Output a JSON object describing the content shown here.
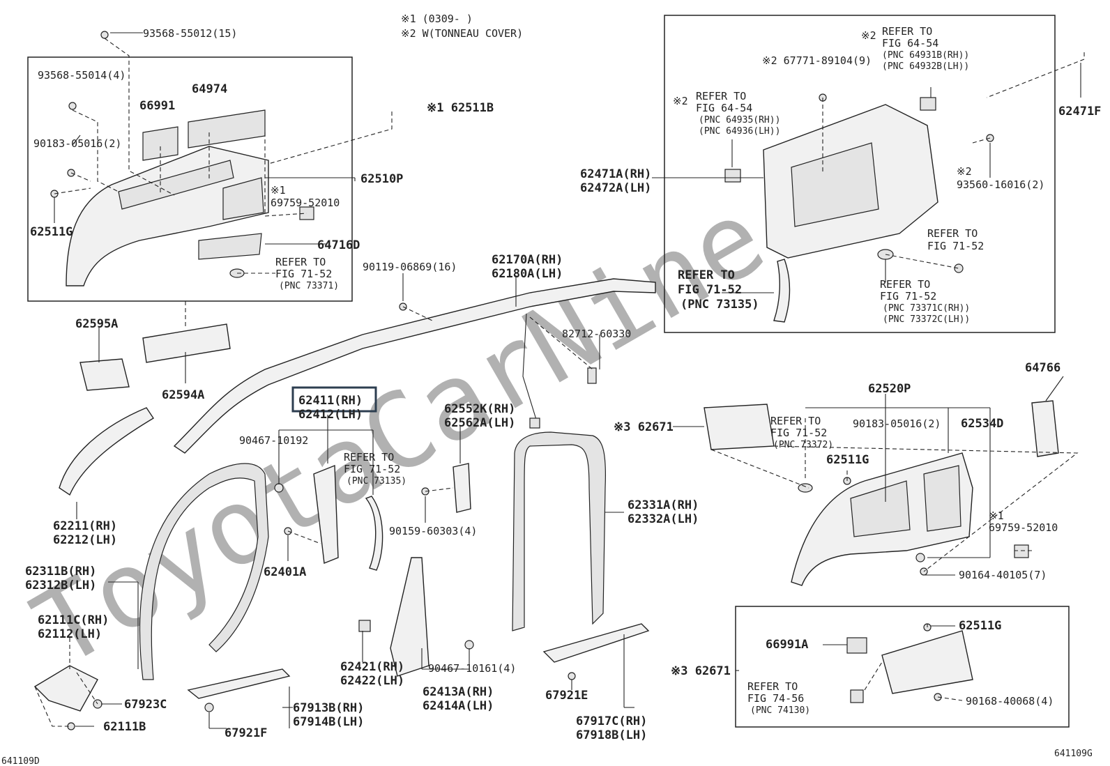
{
  "notes": [
    "※1 (0309-    )",
    "※2 W(TONNEAU COVER)"
  ],
  "figure_codes": {
    "left": "641109D",
    "right": "641109G"
  },
  "watermark": "ToyotaCarNine.ru",
  "highlighted_part": "62411(RH)",
  "labels": {
    "l1": "93568-55012(15)",
    "l2": "93568-55014(4)",
    "l3": "66991",
    "l4": "64974",
    "l5": "90183-05016(2)",
    "l6": "62511G",
    "l7": "※1",
    "l8": "69759-52010",
    "l9": "64716D",
    "l10": "REFER TO",
    "l11": "FIG 71-52",
    "l12": "(PNC 73371)",
    "l13": "62510P",
    "l14": "※1 62511B",
    "l15": "90119-06869(16)",
    "l16": "62170A(RH)",
    "l17": "62180A(LH)",
    "l18": "82712-60330",
    "l19": "62595A",
    "l20": "62594A",
    "l21": "62411(RH)",
    "l22": "62412(LH)",
    "l23": "90467-10192",
    "l24": "REFER TO",
    "l25": "FIG 71-52",
    "l26": "(PNC 73135)",
    "l27": "62552K(RH)",
    "l28": "62562A(LH)",
    "l29": "90159-60303(4)",
    "l30": "62211(RH)",
    "l31": "62212(LH)",
    "l32": "62401A",
    "l33": "62311B(RH)",
    "l34": "62312B(LH)",
    "l35": "62111C(RH)",
    "l36": "62112(LH)",
    "l37": "67923C",
    "l38": "62111B",
    "l39": "67913B(RH)",
    "l40": "67914B(LH)",
    "l41": "67921F",
    "l42": "62421(RH)",
    "l43": "62422(LH)",
    "l44": "90467-10161(4)",
    "l45": "62413A(RH)",
    "l46": "62414A(LH)",
    "l47": "62331A(RH)",
    "l48": "62332A(LH)",
    "l49": "67921E",
    "l50": "67917C(RH)",
    "l51": "67918B(LH)",
    "l52": "※2",
    "l53": "REFER TO",
    "l54": "FIG 64-54",
    "l55": "(PNC 64931B(RH))",
    "l56": "(PNC 64932B(LH))",
    "l57": "※2 67771-89104(9)",
    "l58": "※2",
    "l59": "REFER TO",
    "l60": "FIG 64-54",
    "l61": "(PNC 64935(RH))",
    "l62": "(PNC 64936(LH))",
    "l63": "62471A(RH)",
    "l64": "62472A(LH)",
    "l65": "62471F",
    "l66": "※2",
    "l67": "93560-16016(2)",
    "l68": "REFER TO",
    "l69": "FIG 71-52",
    "l70": "REFER TO",
    "l71": "FIG 71-52",
    "l72": "(PNC 73135)",
    "l73": "REFER TO",
    "l74": "FIG 71-52",
    "l75": "(PNC 73371C(RH))",
    "l76": "(PNC 73372C(LH))",
    "l77": "64766",
    "l78": "62520P",
    "l79": "※3 62671",
    "l80": "REFER TO",
    "l81": "FIG 71-52",
    "l82": "(PNC 73372)",
    "l83": "90183-05016(2)",
    "l84": "62534D",
    "l85": "62511G",
    "l86": "※1",
    "l87": "69759-52010",
    "l88": "90164-40105(7)",
    "l89": "62511G",
    "l90": "66991A",
    "l91": "※3 62671",
    "l92": "REFER TO",
    "l93": "FIG 74-56",
    "l94": "(PNC 74130)",
    "l95": "90168-40068(4)"
  }
}
